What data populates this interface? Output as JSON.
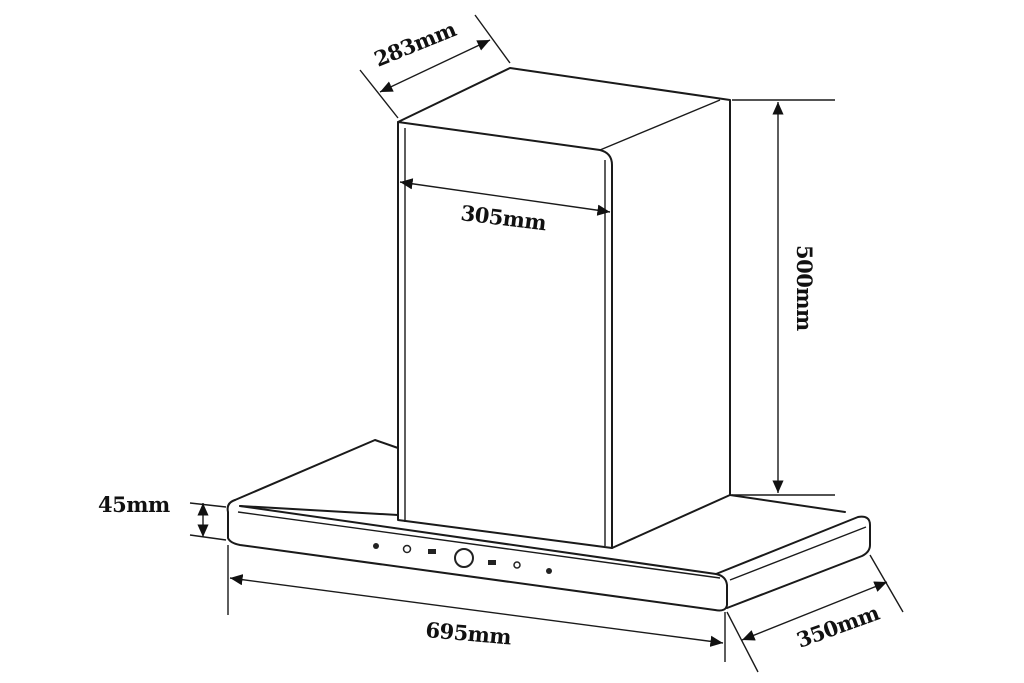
{
  "title": "Range hood dimensions",
  "dimensions": {
    "chimney_depth": "283mm",
    "chimney_width": "305mm",
    "chimney_height": "500mm",
    "canopy_thickness": "45mm",
    "canopy_width": "695mm",
    "canopy_depth": "350mm"
  },
  "control_panel_icons": [
    "power-icon",
    "timer-icon",
    "fan-speed-icon",
    "main-button",
    "fan-speed-high-icon",
    "light-icon",
    "fan-icon"
  ],
  "colors": {
    "line": "#1a1a1a",
    "background": "#ffffff"
  }
}
